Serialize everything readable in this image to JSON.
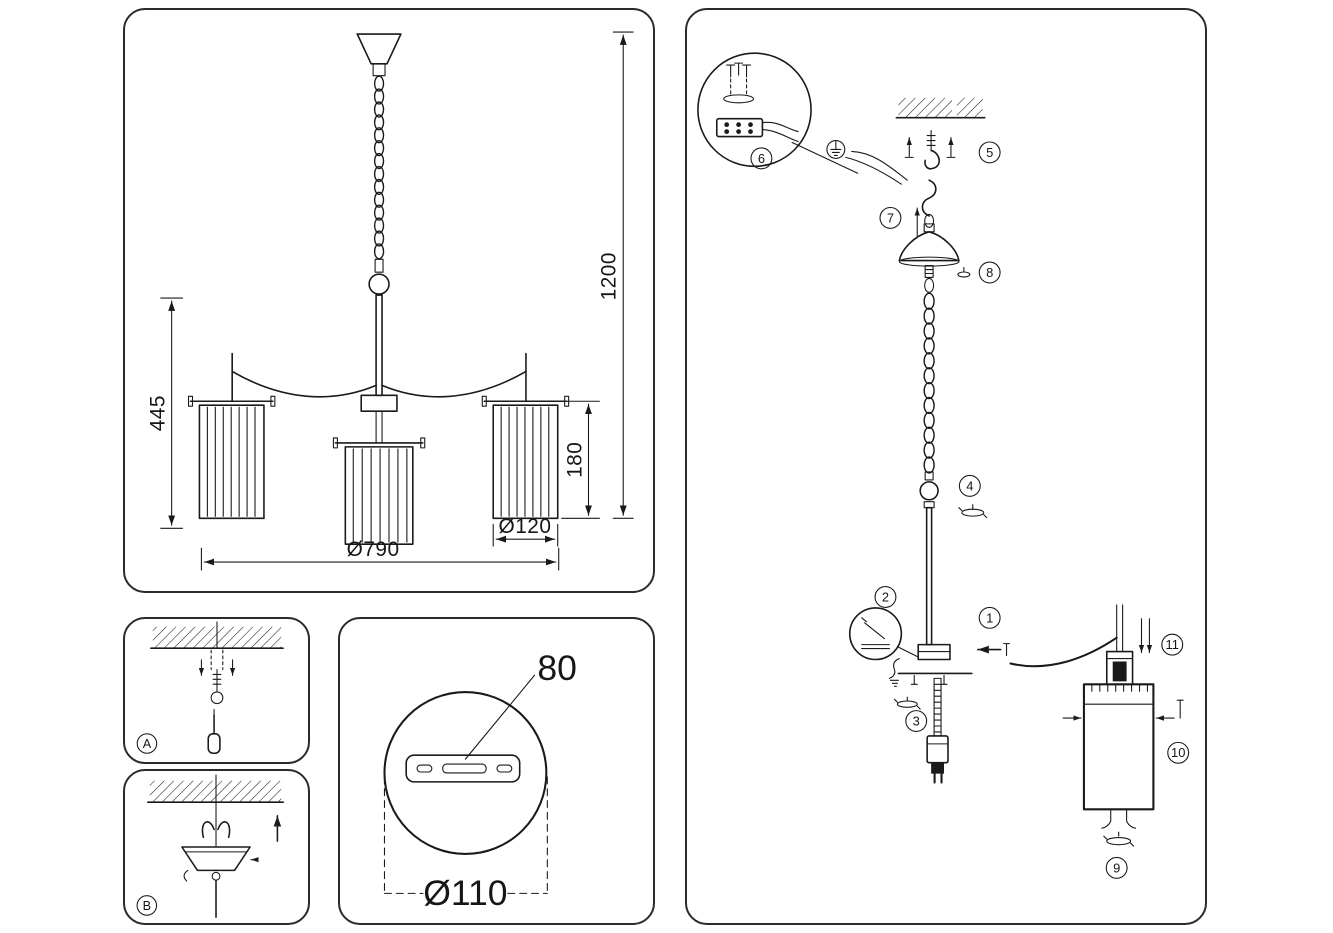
{
  "sheet": {
    "background": "#ffffff",
    "line_color": "#1a1a1a"
  },
  "dimensions_panel": {
    "total_height": "1200",
    "fixture_height": "445",
    "shade_height": "180",
    "shade_diameter": "Ø120",
    "fixture_diameter": "Ø790"
  },
  "mount_plate_panel": {
    "keyhole_spacing": "80",
    "plate_diameter": "Ø110"
  },
  "mounting_options": {
    "option_a_label": "A",
    "option_b_label": "B"
  },
  "assembly": {
    "steps": [
      "1",
      "2",
      "3",
      "4",
      "5",
      "6",
      "7",
      "8",
      "9",
      "10",
      "11"
    ]
  }
}
